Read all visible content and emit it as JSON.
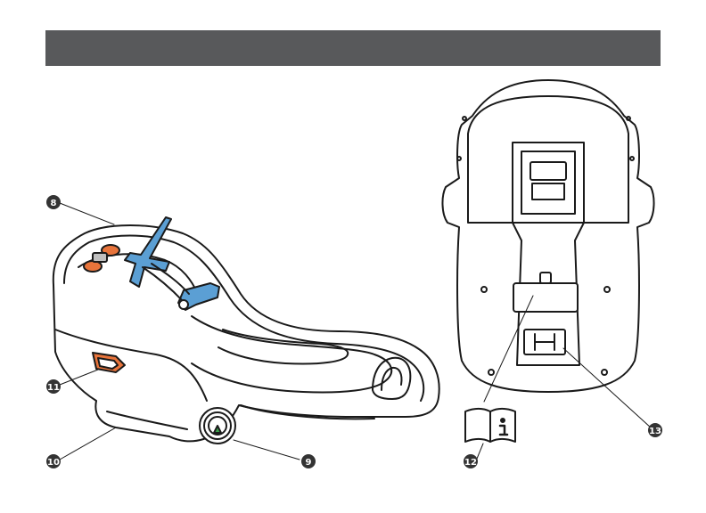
{
  "colors": {
    "header": "#58595b",
    "outline": "#1a1a1a",
    "belt_blue": "#5b9fd4",
    "release_orange": "#e8743b",
    "indicator_green": "#3aa04a",
    "callout_fill": "#333333"
  },
  "callouts": [
    {
      "id": "8",
      "label": "8"
    },
    {
      "id": "9",
      "label": "9"
    },
    {
      "id": "10",
      "label": "10"
    },
    {
      "id": "11",
      "label": "11"
    },
    {
      "id": "12",
      "label": "12"
    },
    {
      "id": "13",
      "label": "13"
    }
  ],
  "icons": {
    "manual": "manual-info-icon"
  }
}
